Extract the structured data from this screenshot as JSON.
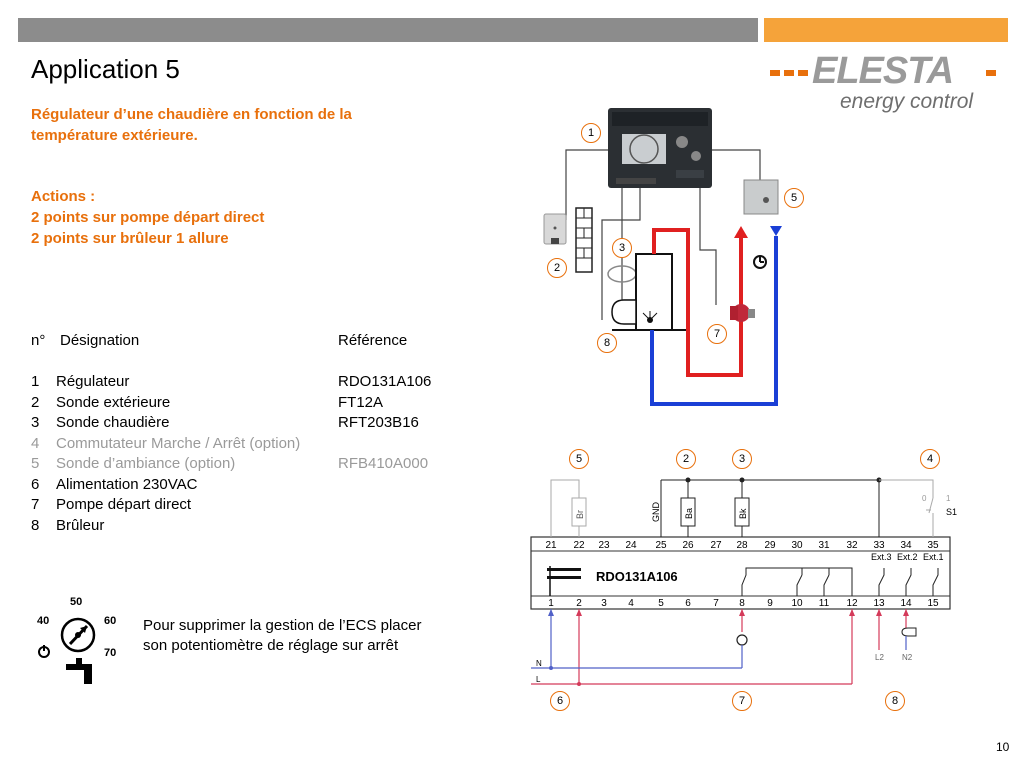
{
  "header": {
    "title": "Application 5",
    "subtitle": "Régulateur d’une chaudière en fonction de la température extérieure.",
    "actions_title": "Actions :",
    "actions": [
      "2 points sur pompe départ direct",
      "2 points sur brûleur 1 allure"
    ]
  },
  "logo": {
    "name": "ELESTA",
    "tagline": "energy control"
  },
  "table": {
    "headers": {
      "n": "n°",
      "designation": "Désignation",
      "reference": "Référence"
    },
    "rows": [
      {
        "n": "1",
        "designation": "Régulateur",
        "reference": "RDO131A106",
        "optional": false
      },
      {
        "n": "2",
        "designation": "Sonde extérieure",
        "reference": "FT12A",
        "optional": false
      },
      {
        "n": "3",
        "designation": "Sonde chaudière",
        "reference": "RFT203B16",
        "optional": false
      },
      {
        "n": "4",
        "designation": "Commutateur Marche / Arrêt (option)",
        "reference": "",
        "optional": true
      },
      {
        "n": "5",
        "designation": "Sonde d’ambiance (option)",
        "reference": "RFB410A000",
        "optional": true
      },
      {
        "n": "6",
        "designation": "Alimentation 230VAC",
        "reference": "",
        "optional": false
      },
      {
        "n": "7",
        "designation": "Pompe départ direct",
        "reference": "",
        "optional": false
      },
      {
        "n": "8",
        "designation": "Brûleur",
        "reference": "",
        "optional": false
      }
    ]
  },
  "dial": {
    "labels": [
      "50",
      "40",
      "60",
      "70"
    ]
  },
  "note": {
    "line1": "Pour supprimer la gestion de l’ECS placer",
    "line2": "son potentiomètre de réglage sur arrêt"
  },
  "page_number": "10",
  "installation": {
    "markers": [
      "1",
      "5",
      "3",
      "2",
      "7",
      "8"
    ]
  },
  "wiring": {
    "device_label": "RDO131A106",
    "top_terminals": [
      "21",
      "22",
      "23",
      "24",
      "25",
      "26",
      "27",
      "28",
      "29",
      "30",
      "31",
      "32",
      "33",
      "34",
      "35"
    ],
    "bottom_terminals": [
      "1",
      "2",
      "3",
      "4",
      "5",
      "6",
      "7",
      "8",
      "9",
      "10",
      "11",
      "12",
      "13",
      "14",
      "15"
    ],
    "ext_labels": [
      "Ext.3",
      "Ext.2",
      "Ext.1"
    ],
    "sensor_labels": [
      "Br",
      "Ba",
      "Bk"
    ],
    "gnd_label": "GND",
    "switch_label": "S1",
    "switch_positions": [
      "0",
      "1"
    ],
    "line_labels": [
      "N",
      "L"
    ],
    "output_labels": [
      "L2",
      "N2"
    ],
    "top_markers": [
      "5",
      "2",
      "3",
      "4"
    ],
    "bottom_markers": [
      "6",
      "7",
      "8"
    ]
  },
  "colors": {
    "orange": "#e8700c",
    "gray_bar": "#8c8c8c",
    "orange_bar": "#f5a33a",
    "red_pipe": "#e02020",
    "blue_pipe": "#1a3fd6",
    "wire_red": "#d43a5a",
    "wire_blue": "#5060c8"
  }
}
